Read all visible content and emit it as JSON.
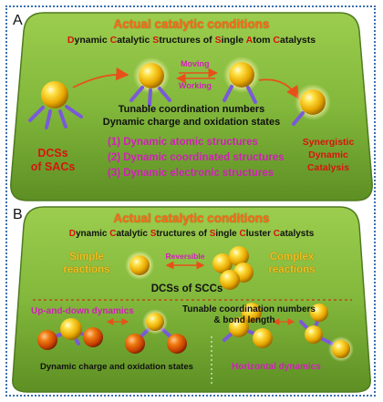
{
  "panel_a": {
    "label": "A",
    "heading": "Actual catalytic conditions",
    "subtitle": [
      {
        "t": "D",
        "c": 1
      },
      {
        "t": "ynamic ",
        "c": 0
      },
      {
        "t": "C",
        "c": 1
      },
      {
        "t": "atalytic ",
        "c": 0
      },
      {
        "t": "S",
        "c": 1
      },
      {
        "t": "tructures of ",
        "c": 0
      },
      {
        "t": "S",
        "c": 1
      },
      {
        "t": "ingle ",
        "c": 0
      },
      {
        "t": "A",
        "c": 1
      },
      {
        "t": "tom ",
        "c": 0
      },
      {
        "t": "C",
        "c": 1
      },
      {
        "t": "atalysts",
        "c": 0
      }
    ],
    "moving": "Moving",
    "working": "Working",
    "line1": "Tunable coordination numbers",
    "line2": "Dynamic charge and oxidation states",
    "left_label_1": "DCSs",
    "left_label_2": "of SACs",
    "item1": "(1)  Dynamic atomic structures",
    "item2": "(2)  Dynamic coordinated structures",
    "item3": "(3)  Dynamic electronic structures",
    "right_label_1": "Synergistic",
    "right_label_2": "Dynamic",
    "right_label_3": "Catalysis"
  },
  "panel_b": {
    "label": "B",
    "heading": "Actual catalytic conditions",
    "subtitle": [
      {
        "t": "D",
        "c": 1
      },
      {
        "t": "ynamic ",
        "c": 0
      },
      {
        "t": "C",
        "c": 1
      },
      {
        "t": "atalytic ",
        "c": 0
      },
      {
        "t": "S",
        "c": 1
      },
      {
        "t": "tructures of ",
        "c": 0
      },
      {
        "t": "S",
        "c": 1
      },
      {
        "t": "ingle ",
        "c": 0
      },
      {
        "t": "C",
        "c": 1
      },
      {
        "t": "luster ",
        "c": 0
      },
      {
        "t": "C",
        "c": 1
      },
      {
        "t": "atalysts",
        "c": 0
      }
    ],
    "simple_1": "Simple",
    "simple_2": "reactions",
    "reversible": "Reversible",
    "complex_1": "Complex",
    "complex_2": "reactions",
    "dcss": "DCSs of SCCs",
    "updown": "Up-and-down dynamics",
    "tunable_1": "Tunable coordination numbers",
    "tunable_2": "& bond length",
    "charge": "Dynamic charge and oxidation states",
    "horizontal": "Horizontal dynamics"
  },
  "colors": {
    "panel_green": "#7fb43a",
    "panel_border": "#4f7a1f",
    "heading_orange": "#ff6a1a",
    "magenta": "#d21fb9",
    "red": "#d8140e",
    "gold_atom": "#f2c21a",
    "bond_purple": "#7a5ad8",
    "arrow_orange": "#e8501a",
    "frame_blue": "#3a6fb0"
  }
}
